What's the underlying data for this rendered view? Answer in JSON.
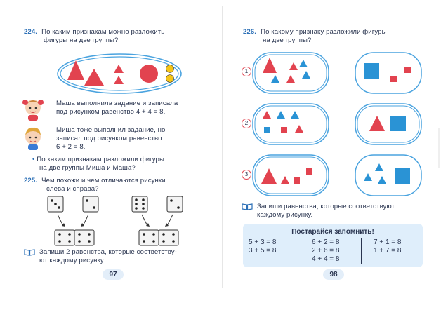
{
  "nav": {
    "prev": "‹",
    "next": "›"
  },
  "left_page": {
    "t224": {
      "num": "224.",
      "line1": "По каким признакам можно разложить",
      "line2": "фигуры на две группы?"
    },
    "masha": {
      "line1": "Маша выполнила задание и записала",
      "line2": "под рисунком равенство 4 + 4 = 8."
    },
    "misha": {
      "line1": "Миша тоже выполнил задание, но",
      "line2": "записал под рисунком равенство",
      "line3": "6 + 2 = 8."
    },
    "question": {
      "bullet": "•",
      "line1": "По каким признакам разложили фигуры",
      "line2": "на две группы Миша и Маша?"
    },
    "t225": {
      "num": "225.",
      "line1": "Чем похожи и чем отличаются рисунки",
      "line2": "слева и справа?"
    },
    "write": {
      "line1": "Запиши 2 равенства, которые соответству-",
      "line2": "ют каждому рисунку."
    },
    "page_number": "97"
  },
  "right_page": {
    "t226": {
      "num": "226.",
      "line1": "По какому признаку разложили фигуры",
      "line2": "на две группы?"
    },
    "rows": [
      "1",
      "2",
      "3"
    ],
    "write": {
      "line1": "Запиши равенства, которые соответствуют",
      "line2": "каждому рисунку."
    },
    "memo": {
      "title": "Постарайся запомнить!",
      "col1": [
        "5 + 3 = 8",
        "3 + 5 = 8"
      ],
      "col2": [
        "6 + 2 = 8",
        "2 + 6 = 8",
        "4 + 4 = 8"
      ],
      "col3": [
        "7 + 1 = 8",
        "1 + 7 = 8"
      ]
    },
    "page_number": "98"
  },
  "colors": {
    "red": "#e2434f",
    "blue": "#2a93d5",
    "yellow": "#f5c518",
    "outline": "#4aa3df",
    "title_blue": "#2b6fb6"
  }
}
